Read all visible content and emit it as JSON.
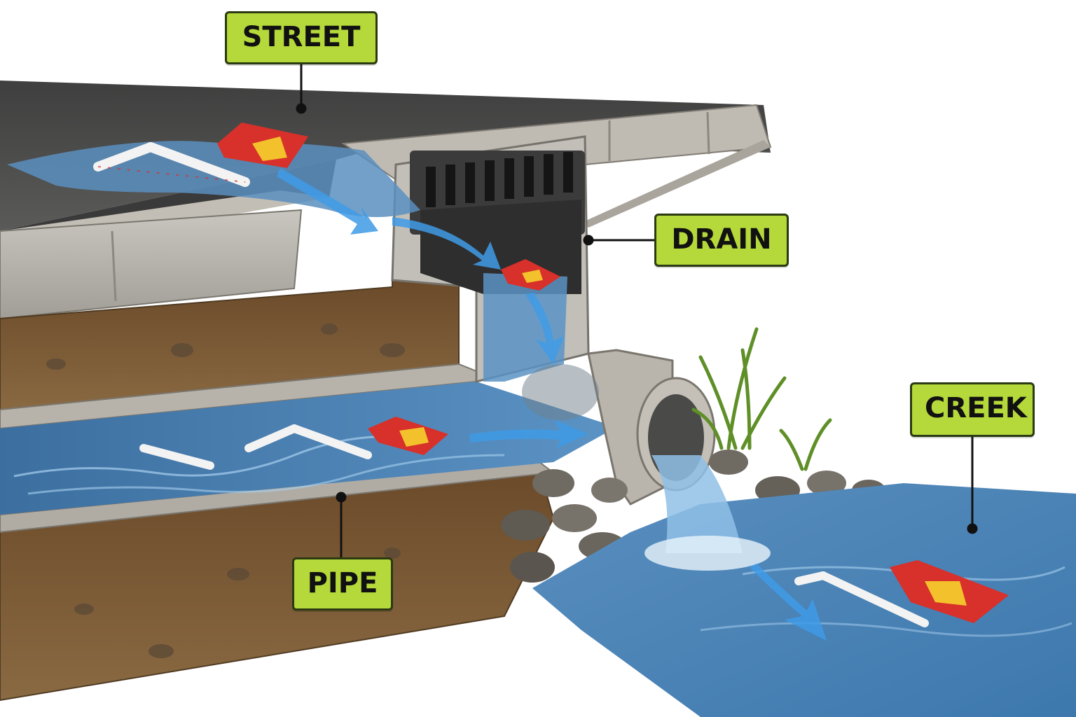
{
  "labels": {
    "street": "STREET",
    "drain": "DRAIN",
    "pipe": "PIPE",
    "creek": "CREEK"
  },
  "colors": {
    "label_fill": "#b5d83a",
    "label_border": "#2b3a12",
    "asphalt": "#4a4a4a",
    "concrete": "#b9b6ae",
    "soil": "#7a5632",
    "water": "#4f86b8",
    "flow_arrow": "#3f9be6",
    "litter_red": "#d8302a",
    "litter_yellow": "#f3c12c",
    "grass": "#6b9a2e",
    "rocks": "#6f6a62"
  },
  "icons": [
    "straw-litter",
    "snack-wrapper-litter",
    "storm-grate",
    "outfall-pipe",
    "flow-arrow"
  ]
}
